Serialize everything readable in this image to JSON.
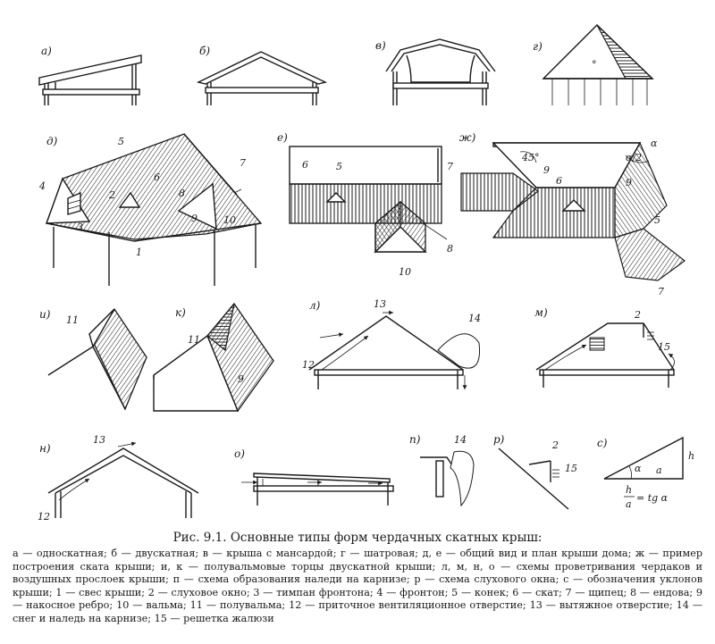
{
  "caption": "Рис. 9.1. Основные типы форм чердачных скатных крыш:",
  "legend": "а — односкатная; б — двускатная; в — крыша с мансардой; г — шатровая; д, е — общий вид и план крыши дома; ж — пример построения ската крыши; и, к — полувальмовые торцы двускатной крыши; л, м, н, о — схемы проветривания чердаков и воздушных прослоек крыши; п — схема образования наледи на карнизе; р — схема слухового окна; с — обозначения уклонов крыши; 1 — свес крыши; 2 — слуховое окно; 3 — тимпан фронтона; 4 — фронтон; 5 — конек; 6 — скат; 7 — щипец; 8 — ендова; 9 — накосное ребро; 10 — вальма; 11 — полувальма; 12 — приточное вентиляционное отверстие; 13 — вытяжное отверстие; 14 — снег и наледь на карнизе; 15 — решетка жалюзи",
  "panel_labels": {
    "a": "а)",
    "b": "б)",
    "v": "в)",
    "g": "г)",
    "d": "д)",
    "e": "е)",
    "zh": "ж)",
    "i": "и)",
    "k": "к)",
    "l": "л)",
    "m": "м)",
    "n": "н)",
    "o": "о)",
    "p": "п)",
    "r": "р)",
    "s": "с)"
  },
  "numbers": {
    "n1": "1",
    "n2": "2",
    "n3": "3",
    "n4": "4",
    "n5": "5",
    "n6": "6",
    "n7": "7",
    "n8": "8",
    "n9": "9",
    "n10": "10",
    "n11": "11",
    "n12": "12",
    "n13": "13",
    "n14": "14",
    "n15": "15"
  },
  "angles": {
    "deg45": "45°",
    "alpha": "α",
    "alpha_half": "α/2",
    "a": "a",
    "h": "h",
    "formula_num": "h",
    "formula_den": "a",
    "formula_rhs": "= tg α"
  }
}
